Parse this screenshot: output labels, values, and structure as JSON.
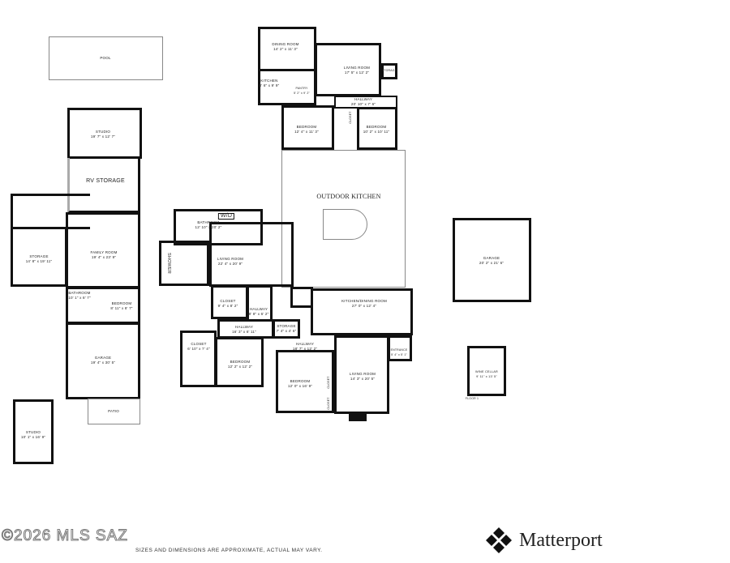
{
  "rooms": {
    "pool": {
      "name": "POOL"
    },
    "dining_room": {
      "name": "DINING ROOM",
      "dims": "14' 2\" x 11' 3\""
    },
    "living_room_top": {
      "name": "LIVING ROOM",
      "dims": "17' 5\" x 12' 2\""
    },
    "kitchen_top": {
      "name": "KITCHEN",
      "dims": "8' 6\" x 9' 9\""
    },
    "pantry": {
      "name": "PANTRY",
      "dims": "5' 2\" x 9' 2\""
    },
    "storage_top": {
      "name": "STORAGE"
    },
    "hallway_top": {
      "name": "HALLWAY",
      "dims": "20' 10\" x 7' 6\""
    },
    "bedroom_top_left": {
      "name": "BEDROOM",
      "dims": "12' 4\" x 11' 3\""
    },
    "bedroom_top_right": {
      "name": "BEDROOM",
      "dims": "10' 2\" x 10' 11\""
    },
    "closet_top": {
      "name": "CLOSET"
    },
    "outdoor_kitchen": {
      "name": "OUTDOOR KITCHEN"
    },
    "studio_left": {
      "name": "STUDIO",
      "dims": "19' 7\" x 12' 7\""
    },
    "rv_storage": {
      "name": "RV STORAGE"
    },
    "storage_left": {
      "name": "STORAGE",
      "dims": "14' 8\" x 19' 11\""
    },
    "family_room": {
      "name": "FAMILY ROOM",
      "dims": "19' 4\" x 23' 9\""
    },
    "bathroom_left": {
      "name": "BATHROOM",
      "dims": "10' 1\" x 8' 7\""
    },
    "bedroom_left": {
      "name": "BEDROOM",
      "dims": "8' 11\" x 8' 7\""
    },
    "garage_left": {
      "name": "GARAGE",
      "dims": "19' 4\" x 30' 5\""
    },
    "patio": {
      "name": "PATIO"
    },
    "studio_small": {
      "name": "STUDIO",
      "dims": "10' 1\" x 16' 9\""
    },
    "bathroom_master": {
      "name": "BATHROOM",
      "dims": "12' 10\" x 20' 2\""
    },
    "wd": {
      "name": "W/D"
    },
    "shower": {
      "name": "SHOWER"
    },
    "living_room_mid": {
      "name": "LIVING ROOM",
      "dims": "22' 4\" x 20' 9\""
    },
    "closet_mid": {
      "name": "CLOSET",
      "dims": "9' 4\" x 8' 2\""
    },
    "hallway_small": {
      "name": "HALLWAY",
      "dims": "8' 8\" x 6' 2\""
    },
    "hallway_mid": {
      "name": "HALLWAY",
      "dims": "16' 3\" x 6' 11\""
    },
    "storage_mid": {
      "name": "STORAGE",
      "dims": "7' 4\" x 4' 6\""
    },
    "kitchen_dining": {
      "name": "KITCHEN/DINING ROOM",
      "dims": "27' 0\" x 12' 4\""
    },
    "closet_bottom": {
      "name": "CLOSET",
      "dims": "6' 10\" x 7' 4\""
    },
    "bedroom_bay": {
      "name": "BEDROOM",
      "dims": "12' 2\" x 12' 2\""
    },
    "hallway_bottom": {
      "name": "HALLWAY",
      "dims": "18' 7\" x 12' 2\""
    },
    "bedroom_bottom": {
      "name": "BEDROOM",
      "dims": "12' 0\" x 16' 9\""
    },
    "closet_a": {
      "name": "CLOSET"
    },
    "closet_b": {
      "name": "CLOSET"
    },
    "living_room_bottom": {
      "name": "LIVING ROOM",
      "dims": "14' 3\" x 20' 5\""
    },
    "entrance": {
      "name": "ENTRANCE",
      "dims": "5' 4\" x 5' 1\""
    },
    "garage_right": {
      "name": "GARAGE",
      "dims": "20' 2\" x 21' 6\""
    },
    "wine_cellar": {
      "name": "WINE CELLAR",
      "dims": "9' 11\" x 13' 5\""
    }
  },
  "floor_label": "FLOOR 1",
  "watermark": "©2026 MLS SAZ",
  "disclaimer": "SIZES AND DIMENSIONS ARE APPROXIMATE, ACTUAL MAY VARY.",
  "brand": "Matterport",
  "colors": {
    "walls": "#111111",
    "background": "#ffffff"
  }
}
